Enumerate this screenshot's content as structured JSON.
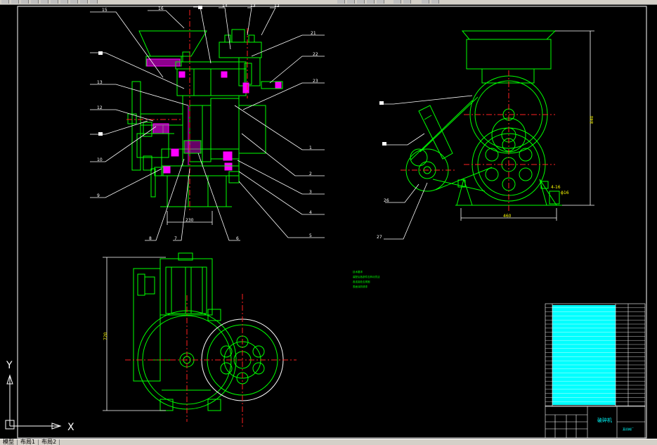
{
  "colors": {
    "background": "#000000",
    "part": "#00ff00",
    "centerline": "#ff2020",
    "leader": "#ffffff",
    "hatch": "#ff00ff",
    "dimension": "#00ffff",
    "border": "#ffffff",
    "ucs": "#ffffff"
  },
  "front_view": {
    "callouts_top": [
      "15",
      "16",
      "",
      "14",
      "13",
      "12"
    ],
    "callouts_right": [
      "21",
      "22",
      "23",
      "1",
      "2",
      "3",
      "4",
      "5"
    ],
    "callouts_left": [
      "",
      "13",
      "12",
      "",
      "10",
      "9"
    ],
    "callouts_bottom": [
      "8",
      "7",
      "6"
    ],
    "dim_width": "230"
  },
  "side_view": {
    "callouts": [
      "",
      "",
      "26",
      "27"
    ],
    "dim_height": "840",
    "dim_width": "460",
    "dim_hole_a": "4-16",
    "dim_hole_b": "ϕ16"
  },
  "top_view": {
    "dim_height": "720"
  },
  "notes": {
    "lines": [
      "技术要求",
      "装配后各部件应转动灵活",
      "各连接处应紧固",
      "表面涂防锈漆"
    ]
  },
  "title_block": {
    "drawing_name": "破碎机",
    "company": "某机械厂"
  },
  "ucs": {
    "x_label": "X",
    "y_label": "Y"
  },
  "layout_tabs": [
    "模型",
    "布局1",
    "布局2"
  ]
}
